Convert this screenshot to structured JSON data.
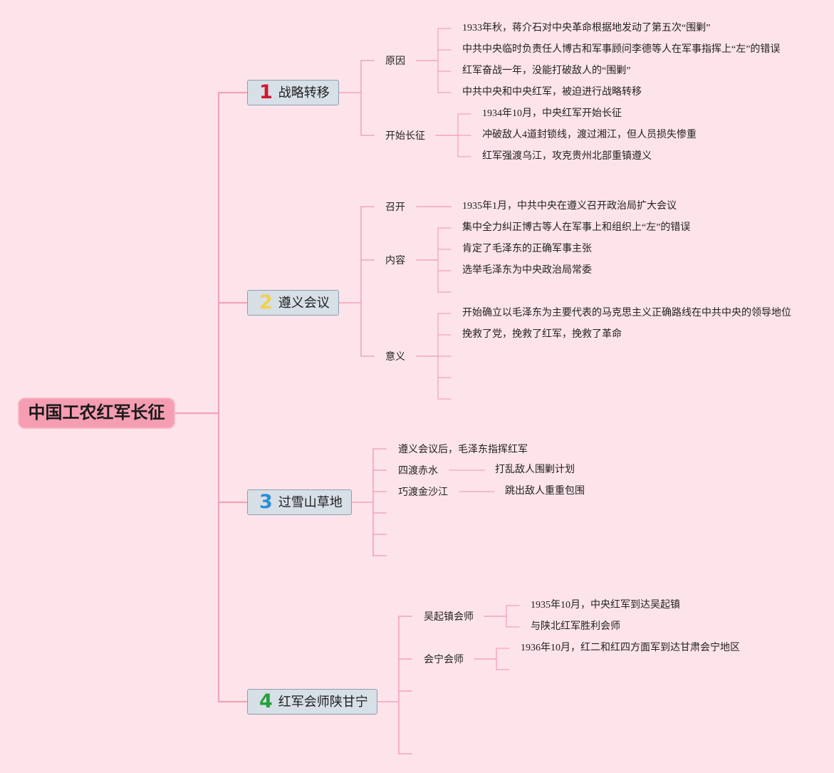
{
  "colors": {
    "background": "#fde4ea",
    "connector": "#f4a3b7",
    "root_fill": "#f59db2",
    "root_border": "#f8b6c5",
    "topic_fill": "#d7dfe7",
    "topic_border": "#8d9fae",
    "text": "#222222"
  },
  "root": {
    "label": "中国工农红军长征"
  },
  "branches": [
    {
      "number": "1",
      "number_color": "#d1162e",
      "label": "战略转移",
      "children": [
        {
          "label": "原因",
          "children": [
            "1933年秋，蒋介石对中央革命根据地发动了第五次“围剿”",
            "中共中央临时负责任人博古和军事顾问李德等人在军事指挥上“左”的错误",
            "红军奋战一年，没能打破敌人的“围剿”",
            "中共中央和中央红军，被迫进行战略转移"
          ]
        },
        {
          "label": "开始长征",
          "children": [
            "1934年10月，中央红军开始长征",
            "冲破敌人4道封锁线，渡过湘江，但人员损失惨重",
            "红军强渡乌江，攻克贵州北部重镇遵义"
          ]
        }
      ]
    },
    {
      "number": "2",
      "number_color": "#f3d04e",
      "label": "遵义会议",
      "children": [
        {
          "label": "召开",
          "children": [
            "1935年1月，中共中央在遵义召开政治局扩大会议"
          ]
        },
        {
          "label": "内容",
          "children": [
            "集中全力纠正博古等人在军事上和组织上“左”的错误",
            "肯定了毛泽东的正确军事主张",
            "选举毛泽东为中央政治局常委"
          ]
        },
        {
          "label": "意义",
          "children": [
            "开始确立以毛泽东为主要代表的马克思主义正确路线在中共中央的领导地位",
            "挽救了党，挽救了红军，挽救了革命"
          ]
        }
      ]
    },
    {
      "number": "3",
      "number_color": "#2b8fd6",
      "label": "过雪山草地",
      "children": [
        {
          "label": "遵义会议后，毛泽东指挥红军"
        },
        {
          "label": "四渡赤水",
          "children": [
            "打乱敌人围剿计划"
          ]
        },
        {
          "label": "巧渡金沙江",
          "children": [
            "跳出敌人重重包围"
          ]
        }
      ]
    },
    {
      "number": "4",
      "number_color": "#27a03c",
      "label": "红军会师陕甘宁",
      "children": [
        {
          "label": "吴起镇会师",
          "children": [
            "1935年10月，中央红军到达吴起镇",
            "与陕北红军胜利会师"
          ]
        },
        {
          "label": "会宁会师",
          "children": [
            "1936年10月，红二和红四方面军到达甘肃会宁地区"
          ]
        }
      ]
    }
  ]
}
